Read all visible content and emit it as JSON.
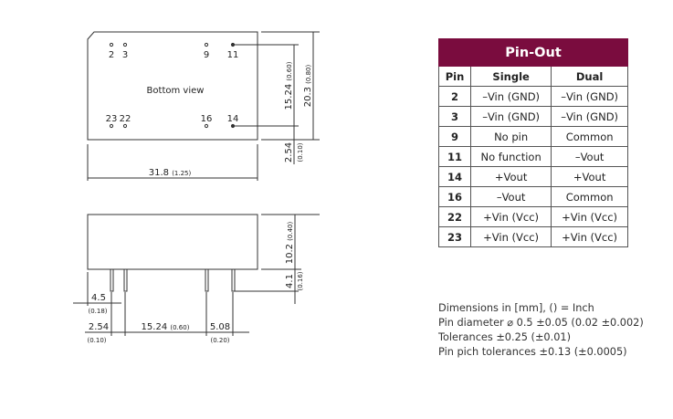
{
  "bottom_view": {
    "label": "Bottom view",
    "pins_top": [
      "2",
      "3",
      "9",
      "11"
    ],
    "pins_bottom": [
      "23",
      "22",
      "16",
      "14"
    ],
    "dim_pin_spacing_vertical": "15.24",
    "dim_pin_spacing_vertical_in": "(0.60)",
    "dim_height": "20.3",
    "dim_height_in": "(0.80)",
    "dim_edge_offset": "2.54",
    "dim_edge_offset_in": "(0.10)",
    "dim_length": "31.8",
    "dim_length_in": "(1.25)"
  },
  "side_view": {
    "dim_body_height": "10.2",
    "dim_body_height_in": "(0.40)",
    "dim_pin_length": "4.1",
    "dim_pin_length_in": "(0.16)",
    "dim_first_pin": "4.5",
    "dim_first_pin_in": "(0.18)",
    "dim_pitch": "2.54",
    "dim_pitch_in": "(0.10)",
    "dim_row_spacing": "15.24",
    "dim_row_spacing_in": "(0.60)",
    "dim_last_pitch": "5.08",
    "dim_last_pitch_in": "(0.20)"
  },
  "pinout": {
    "title": "Pin-Out",
    "headers": [
      "Pin",
      "Single",
      "Dual"
    ],
    "rows": [
      [
        "2",
        "–Vin (GND)",
        "–Vin (GND)"
      ],
      [
        "3",
        "–Vin (GND)",
        "–Vin (GND)"
      ],
      [
        "9",
        "No pin",
        "Common"
      ],
      [
        "11",
        "No function",
        "–Vout"
      ],
      [
        "14",
        "+Vout",
        "+Vout"
      ],
      [
        "16",
        "–Vout",
        "Common"
      ],
      [
        "22",
        "+Vin (Vcc)",
        "+Vin (Vcc)"
      ],
      [
        "23",
        "+Vin (Vcc)",
        "+Vin (Vcc)"
      ]
    ],
    "header_color": "#7a0c3e"
  },
  "notes": [
    "Dimensions in [mm], () = Inch",
    "Pin diameter ⌀ 0.5 ±0.05  (0.02 ±0.002)",
    "Tolerances  ±0.25 (±0.01)",
    "Pin pich tolerances ±0.13 (±0.0005)"
  ]
}
